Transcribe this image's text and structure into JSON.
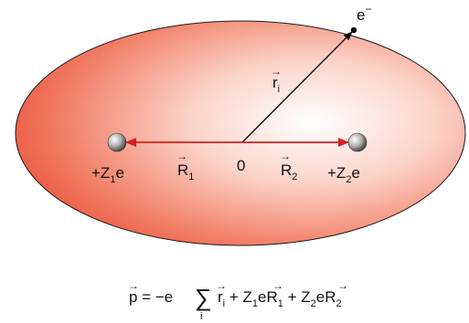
{
  "diagram": {
    "electron_label": "e",
    "electron_charge": "−",
    "electron_vector": {
      "letter": "r",
      "subscript": "i"
    },
    "origin_label": "0",
    "nucleus_1": {
      "prefix": "+Z",
      "subscript": "1",
      "suffix": "e"
    },
    "nucleus_2": {
      "prefix": "+Z",
      "subscript": "2",
      "suffix": "e"
    },
    "vector_1": {
      "letter": "R",
      "subscript": "1"
    },
    "vector_2": {
      "letter": "R",
      "subscript": "2"
    },
    "colors": {
      "ellipse_center": "#ffffff",
      "ellipse_edge": "#e8402a",
      "vector_red": "#d42020",
      "vector_black": "#000000"
    }
  },
  "formula": {
    "p": "p",
    "eq_minus_e": " = −e",
    "sum_symbol": "∑",
    "sum_index": "i",
    "r": "r",
    "r_sub": "i",
    "plus_1": " + Z",
    "z1_sub": "1",
    "e_1": "e",
    "R1": "R",
    "R1_sub": "1",
    "plus_2": " + Z",
    "z2_sub": "2",
    "e_2": "e",
    "R2": "R",
    "R2_sub": "2"
  }
}
